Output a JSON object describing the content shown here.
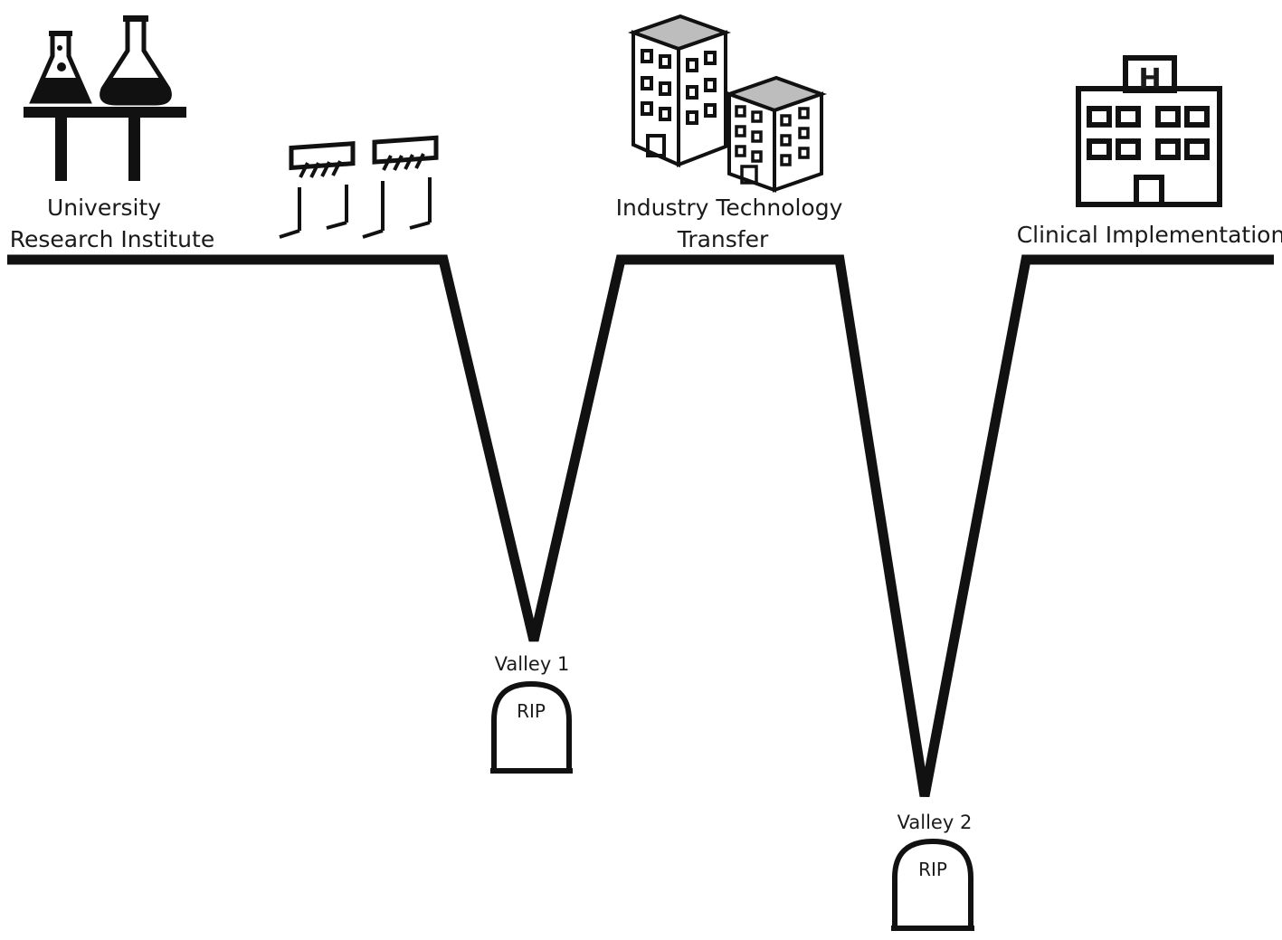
{
  "colors": {
    "line": "#111111",
    "background": "#ffffff",
    "building_roof": "#bdbdbd"
  },
  "icons": [
    "lab-flasks-icon",
    "hurdles-icon",
    "office-buildings-icon",
    "hospital-icon",
    "gravestone-icon"
  ],
  "stages": {
    "university": {
      "line1": "University",
      "line2": "Research Institute"
    },
    "industry": {
      "line1": "Industry Technology",
      "line2": "Transfer"
    },
    "clinical": {
      "label": "Clinical Implementation"
    }
  },
  "valleys": [
    {
      "label": "Valley 1",
      "tombstone": "RIP"
    },
    {
      "label": "Valley 2",
      "tombstone": "RIP"
    }
  ],
  "hospital": {
    "sign": "H"
  }
}
